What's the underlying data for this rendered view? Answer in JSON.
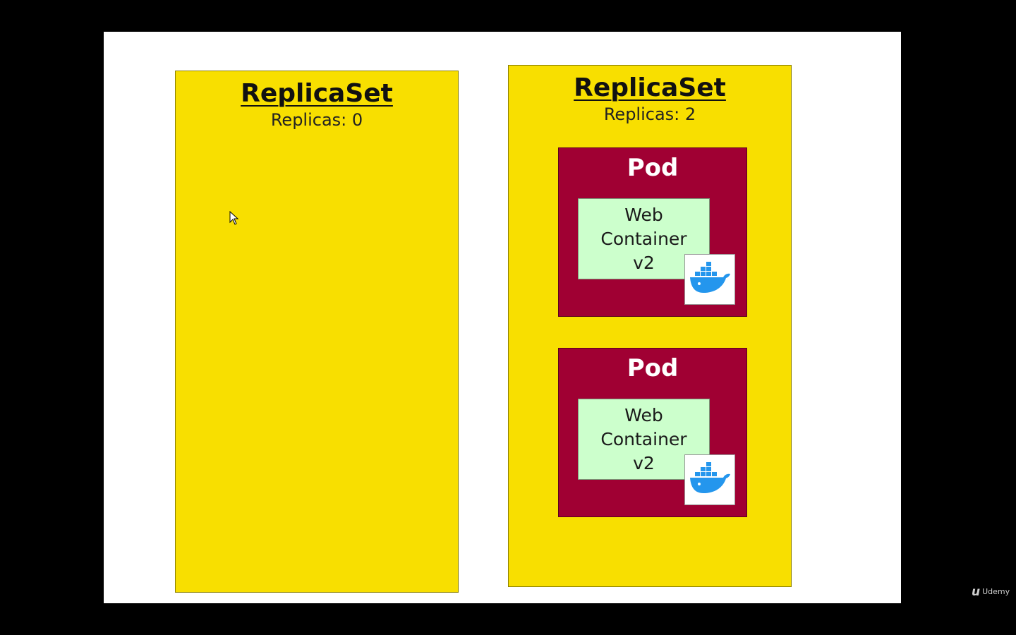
{
  "replicasets": [
    {
      "title": "ReplicaSet",
      "replicas_label": "Replicas: 0",
      "pods": []
    },
    {
      "title": "ReplicaSet",
      "replicas_label": "Replicas: 2",
      "pods": [
        {
          "title": "Pod",
          "container": {
            "line1": "Web",
            "line2": "Container",
            "line3": "v2"
          },
          "icon": "docker-whale-icon"
        },
        {
          "title": "Pod",
          "container": {
            "line1": "Web",
            "line2": "Container",
            "line3": "v2"
          },
          "icon": "docker-whale-icon"
        }
      ]
    }
  ],
  "colors": {
    "replicaset_fill": "#f8df00",
    "pod_fill": "#a00033",
    "container_fill": "#ccffcc",
    "docker_blue": "#2496ed"
  },
  "watermark": {
    "text": "Udemy",
    "icon": "udemy-logo-icon"
  }
}
